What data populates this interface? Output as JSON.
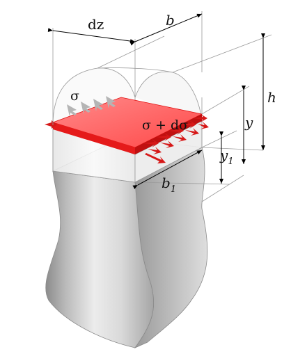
{
  "labels": {
    "dz": "dz",
    "b": "b",
    "h": "h",
    "y": "y",
    "y1_base": "y",
    "y1_sub": "1",
    "b1_base": "b",
    "b1_sub": "1",
    "sigma": "σ",
    "sigma_plus_dsigma": "σ + dσ"
  },
  "colors": {
    "slice_top": "#ff5a5a",
    "slice_edge": "#e01010",
    "arrow_red": "#d61818",
    "arrow_grey": "#b5b5b5",
    "body_dark": "#8e8e8e",
    "body_light": "#f2f2f2"
  }
}
